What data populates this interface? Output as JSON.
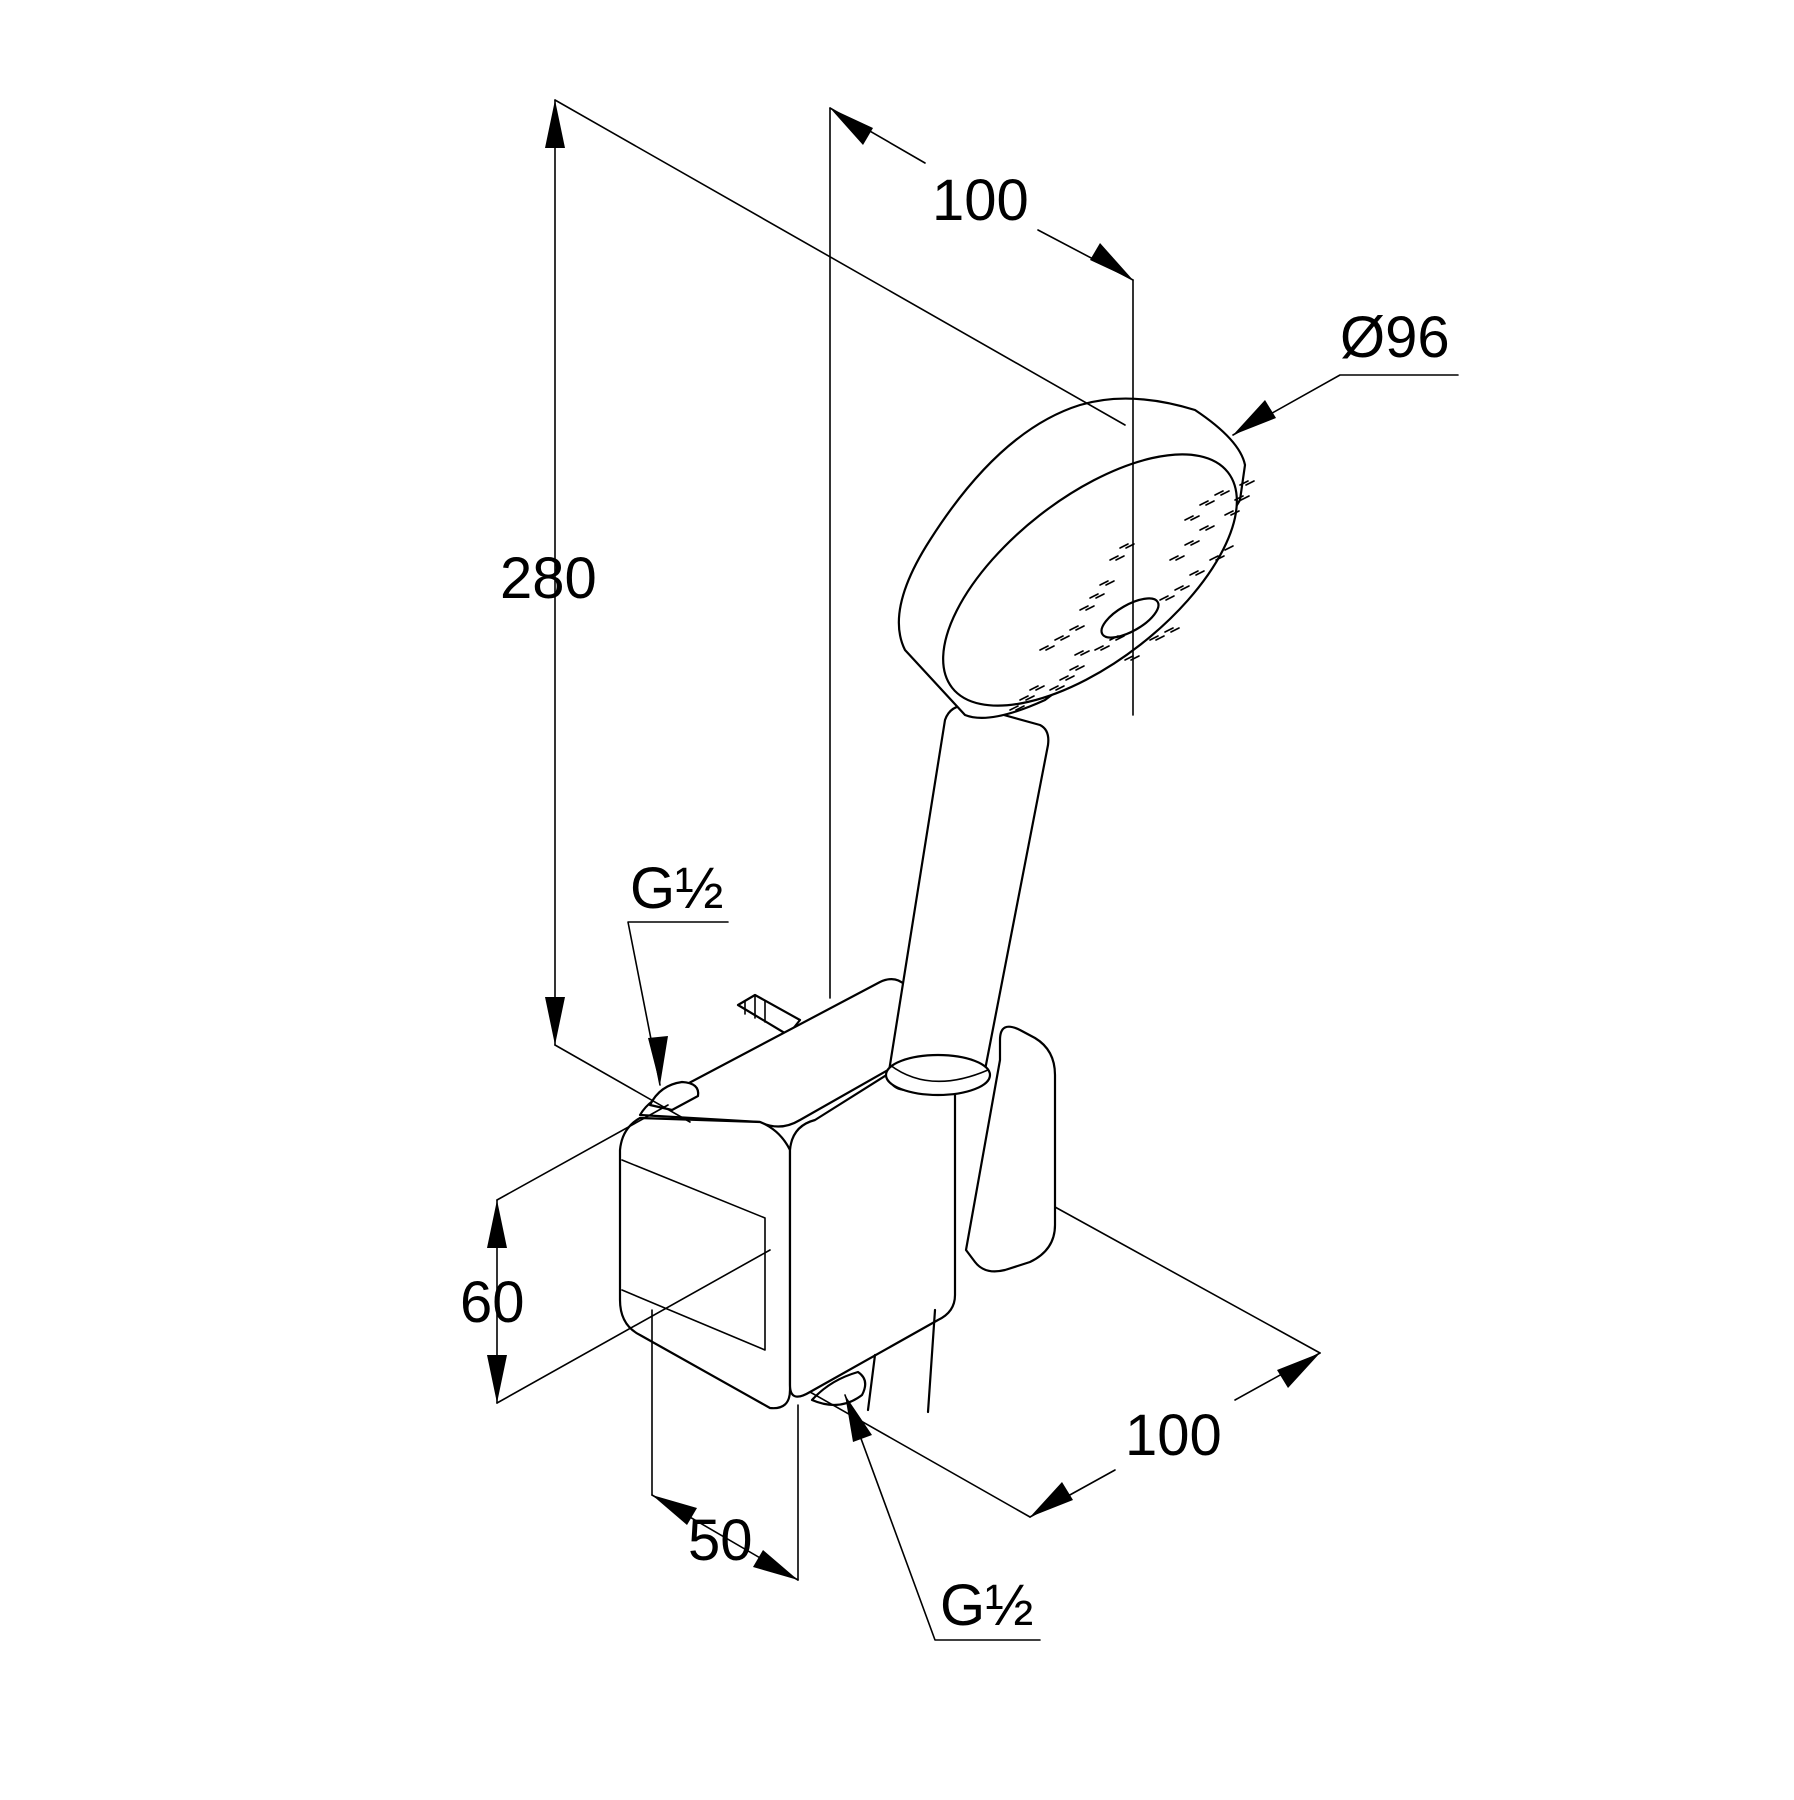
{
  "diagram": {
    "dimensions": {
      "total_height": "280",
      "head_offset": "100",
      "head_diameter": "Ø96",
      "bracket_height": "60",
      "bracket_depth": "50",
      "bracket_width": "100"
    },
    "connections": {
      "side_inlet": "G½",
      "bottom_outlet": "G½"
    }
  }
}
